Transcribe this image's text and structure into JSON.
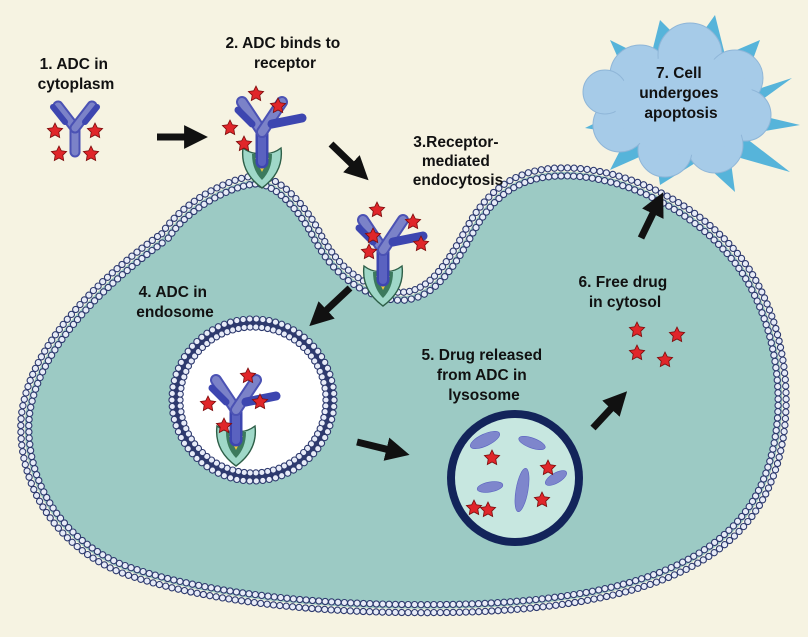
{
  "steps": [
    {
      "id": "1",
      "lines": [
        "1. ADC in",
        "cytoplasm"
      ]
    },
    {
      "id": "2",
      "lines": [
        "2. ADC binds to",
        "receptor"
      ]
    },
    {
      "id": "3",
      "lines": [
        "3.Receptor-",
        "mediated",
        "endocytosis"
      ]
    },
    {
      "id": "4",
      "lines": [
        "4. ADC in",
        "endosome"
      ]
    },
    {
      "id": "5",
      "lines": [
        "5. Drug released",
        "from ADC in",
        "lysosome"
      ]
    },
    {
      "id": "6",
      "lines": [
        "6. Free drug",
        "in cytosol"
      ]
    },
    {
      "id": "7",
      "lines": [
        "7. Cell",
        "undergoes",
        "apoptosis"
      ]
    }
  ],
  "colors": {
    "background": "#f6f3e2",
    "cytoplasm": "#9ccac4",
    "membrane_bead": "#e8ecf8",
    "membrane_outline": "#2e3a6e",
    "antibody": "#7078c2",
    "antibody_dark": "#3d46b0",
    "receptor": "#9fd8c8",
    "receptor_dark": "#2e5f48",
    "drug_star": "#e0262a",
    "arrow": "#111111",
    "lysosome_fill": "#c7e7e0",
    "lysosome_rim": "#13245a",
    "cloud": "#a6cbe8",
    "burst": "#3aa8d8"
  }
}
